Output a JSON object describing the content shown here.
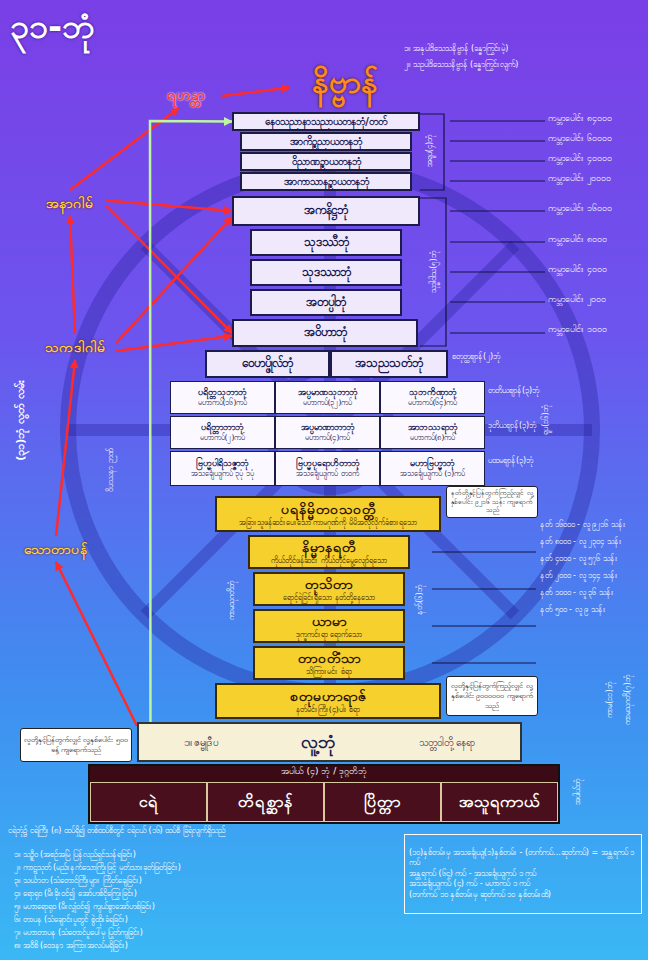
{
  "diagram": {
    "title": "၃၁-ဘုံ",
    "nodes": [
      {
        "text": [
          "နိဗ္ဗာန်"
        ]
      },
      {
        "text": [
          "ရဟန္တာ"
        ]
      },
      {
        "text": [
          "အနာဂါမ်"
        ]
      },
      {
        "text": [
          "သကဒါဂါမ်"
        ]
      },
      {
        "text": [
          "သောတာပန်"
        ]
      },
      {
        "text": [
          "နေဝသညာနာသညာယတနဘုံ/တတ်"
        ]
      },
      {
        "text": [
          "အာကိဉ္စညာယတနဘုံ"
        ]
      },
      {
        "text": [
          "ဝိညာဏဉ္စာယတနဘုံ"
        ]
      },
      {
        "text": [
          "အာကာသာနဉ္စာယတနဘုံ"
        ]
      },
      {
        "text": [
          "အကနိဋ္ဌဘုံ"
        ]
      },
      {
        "text": [
          "သုဒဿီဘုံ"
        ]
      },
      {
        "text": [
          "သုဒဿာဘုံ"
        ]
      },
      {
        "text": [
          "အတပ္ပါဘုံ"
        ]
      },
      {
        "text": [
          "အဝိဟာဘုံ"
        ]
      },
      {
        "text": [
          "ဝေဟပ္ဖိုလ်ဘုံ"
        ]
      },
      {
        "text": [
          "အသညသတ်ဘုံ"
        ]
      },
      {
        "text": [
          "ပရိတ္တသုဘာဘုံ",
          "မဟာကပ်(၁၆)ကပ်"
        ]
      },
      {
        "text": [
          "အပ္ပမာဏသုဘာဘုံ",
          "မဟာကပ်(၃၂)ကပ်"
        ]
      },
      {
        "text": [
          "သုဘကိဏှာဘုံ",
          "မဟာကပ်(၆၄)ကပ်"
        ]
      },
      {
        "text": [
          "ပရိတ္တာဘာဘုံ",
          "မဟာကပ်(၂)ကပ်"
        ]
      },
      {
        "text": [
          "အပ္ပမာဏာဘာဘုံ",
          "မဟာကပ်(၄)ကပ်"
        ]
      },
      {
        "text": [
          "အာဘဿရာဘုံ",
          "မဟာကပ်(၈)ကပ်"
        ]
      },
      {
        "text": [
          "ဗြဟ္မပါရိသဇ္ဇာဘုံ",
          "အသင်္ချေယျကပ် ၃ပုံ ၁ပုံ"
        ]
      },
      {
        "text": [
          "ဗြဟ္မပုရောဟိတာဘုံ",
          "အသင်္ချေယျကပ် တဝက်"
        ]
      },
      {
        "text": [
          "မဟာဗြဟ္မာဘုံ",
          "အသင်္ချေယျကပ် (၁)ကပ်"
        ]
      },
      {
        "text": [
          "ပရနိမ္မိတဝသဝတ္တီ",
          "အခြားသူဖန်ဆင်းပေးသော ကာမဂုဏ်ကို မိမိအလိုလိုက်ခံစားရသော"
        ]
      },
      {
        "text": [
          "နိမ္မာနရတီ",
          "ကိုယ်တိုင်ဖန်ဆင်း ကိုယ်တိုင်မွေ့လျော်ရသော"
        ]
      },
      {
        "text": [
          "တုသိတာ",
          "ရောင့်ရဲခြင်းရှိသော နတ်တို့နေသော"
        ]
      },
      {
        "text": [
          "ယာမာ",
          "ဒုက္ခကင်းရာ ရောက်သော"
        ]
      },
      {
        "text": [
          "တာဝတိံသာ",
          "သိကြားမင်း စံရာ"
        ]
      },
      {
        "text": [
          "စတုမဟာရာဇ်",
          "နတ်မင်းကြီး(၄)ပါး စံရာ"
        ]
      },
      {
        "text": [
          "၁။ ဇမ္ဗူဒီပ",
          "လူ့ဘုံ",
          "သတ္တဝါတို့ နေရာ"
        ]
      },
      {
        "text": [
          "အပါယ် (၄) ဘုံ / ဒုဂ္ဂတိဘုံ"
        ]
      },
      {
        "text": [
          "ငရဲ"
        ],
        "in": 32
      },
      {
        "text": [
          "တိရစ္ဆာန်"
        ],
        "in": 32
      },
      {
        "text": [
          "ပြိတ္တာ"
        ],
        "in": 32
      },
      {
        "text": [
          "အသူရကာယ်"
        ],
        "in": 32
      },
      {
        "text": [
          "လူတို့နှင့်ပြန်တွက်လျှင် လူ့နှစ်ပေါင်း ၅၀၀ ခန့် ကျရောက်သည်"
        ]
      },
      {
        "text": [
          "နတ်တို့နှင့်ပြန်တွက်ကြည့်လျှင် လူ့နှစ်ပေါင်း ၉၂၁၆ သန်း ကျရောက်သည်"
        ]
      },
      {
        "text": [
          "လူတို့နှင့်ပြန်တွက်ကြည့်လျှင် လူ့နှစ်ပေါင်း ၉၀၀၀၀၀၀ ကျရောက်သည်"
        ]
      },
      {
        "text": [
          "(၁၀)နှစ်တမ်းမှ အသင်္ချေယျ(၁)နှစ်တမ်း - (တက်ကပ်...ဆုတ်ကပ်) = အန္တရကပ် ၁ ကပ်",
          "အန္တရကပ် (၆၄) ကပ် - အသင်္ချေယျကပ် ၁ ကပ်",
          "အသင်္ချေယျကပ် (၄) ကပ် - မဟာကပ် ၁ ကပ်",
          "(တက်ကပ် ၁၀ နှစ်တမ်းမှ ဆုတ်ကပ် ၁၀ နှစ်တမ်းထိ)"
        ]
      }
    ],
    "edges": [
      {
        "from": 4,
        "to": 3,
        "arrow": "to"
      },
      {
        "from": 3,
        "to": 2,
        "arrow": "to"
      },
      {
        "from": 2,
        "to": 1,
        "arrow": "to"
      },
      {
        "from": 1,
        "to": 0,
        "arrow": "to"
      },
      {
        "from": 31,
        "to": 4,
        "arrow": "to"
      },
      {
        "from": 2,
        "to": 9,
        "arrow": "to"
      },
      {
        "from": 2,
        "to": 13,
        "arrow": "to"
      },
      {
        "from": 3,
        "to": 9,
        "arrow": "to"
      },
      {
        "from": 3,
        "to": 13,
        "arrow": "to"
      },
      {
        "from": 31,
        "to": 5,
        "arrow": "to"
      }
    ],
    "labels": [
      "၁။ အနုပါဒိသေသနိဗ္ဗာန် (ခန္ဓာကြွင်းမဲ့)",
      "၂။ သဥပါဒိသေသနိဗ္ဗာန် (ခန္ဓာကြွင်းလျက်)",
      "ကမ္ဘာပေါင်း ၈၄၀၀၀",
      "ကမ္ဘာပေါင်း ၆၀၀၀၀",
      "ကမ္ဘာပေါင်း ၄၀၀၀၀",
      "ကမ္ဘာပေါင်း ၂၀၀၀၀",
      "ကမ္ဘာပေါင်း ၁၆၀၀၀",
      "ကမ္ဘာပေါင်း ၈၀၀၀",
      "ကမ္ဘာပေါင်း ၄၀၀၀",
      "ကမ္ဘာပေါင်း ၂၀၀၀",
      "ကမ္ဘာပေါင်း ၁၀၀၀",
      "အရူပ(၄)ဘုံ",
      "သုဒ္ဓါဝါသ(၅)ဘုံ",
      "ရူပ(၁၆)ဘုံ",
      "စတုတ္ထဈာန်(၂)ဘုံ",
      "တတိယဈာန်(၃)ဘုံ",
      "ဒုတိယဈာန်(၃)ဘုံ",
      "ပထမဈာန်(၃)ဘုံ",
      "ကာမသုဂတိဘုံ",
      "နတ်(၆)ဘုံ",
      "ကာမသုဂတိ(၇)ဘုံ",
      "ကာမ(၁၁)ဘုံ",
      "(၃၁)ဘုံ လွတ် လမ်း",
      "ဝိပဿနာ ဉာဏ်",
      "နတ် ၁၆၀၀၀ - လူ ၉၂၁၆ သန်း",
      "နတ် ၈၀၀၀ - လူ ၂၃၀၄ သန်း",
      "နတ် ၄၀၀၀ - လူ ၅၇၆ သန်း",
      "နတ် ၂၀၀၀ - လူ ၁၄၄ သန်း",
      "နတ် ၁၀၀၀ - လူ ၃၆ သန်း",
      "နတ် ၅၀၀ - လူ ၉ သန်း",
      "အပါယ်ဘုံ",
      "ငရဲဘုံ၌ ငရဲကြီး (၈) ထပ်ရှိ၍ တစ်ထပ်စီတွင် ငရဲငယ် (၁၆) ထပ်စီ ခြံရံလျက်ရှိသည်",
      "၁။ သဉ္ဇီဝ (အစဉ်အမြဲ ပြန်လည်ရှင်သန်ရခြင်း)",
      "၂။ ကာဠသုတ် (မည်းနက်သောကြိုးဖြင့် မှတ်သားခုတ်ဖြတ်ခြင်း)",
      "၃။ သင်္ဃာတ (သံတောင်ကြီးများ ကြိတ်ချေခြင်း)",
      "၄။ ရောရုဝ (မီးခိုးဝင်၍ အော်ဟစ်ငိုကြွေးခြင်း)",
      "၅။ မဟာရောရုဝ (မီးလျှံဝင်၍ ကျယ်စွာအော်ဟစ်ခြင်း)",
      "၆။ တာပန (သံချောင်းပူတွင် စွဲထိုးခံရခြင်း)",
      "၇။ မဟာတာပန (သံတောင်ပူပေါ်မှ ပြုတ်ကျခြင်း)",
      "၈။ အဝီစိ (ဝေဒနာ အကြားအလပ်မရှိခြင်း)"
    ]
  }
}
